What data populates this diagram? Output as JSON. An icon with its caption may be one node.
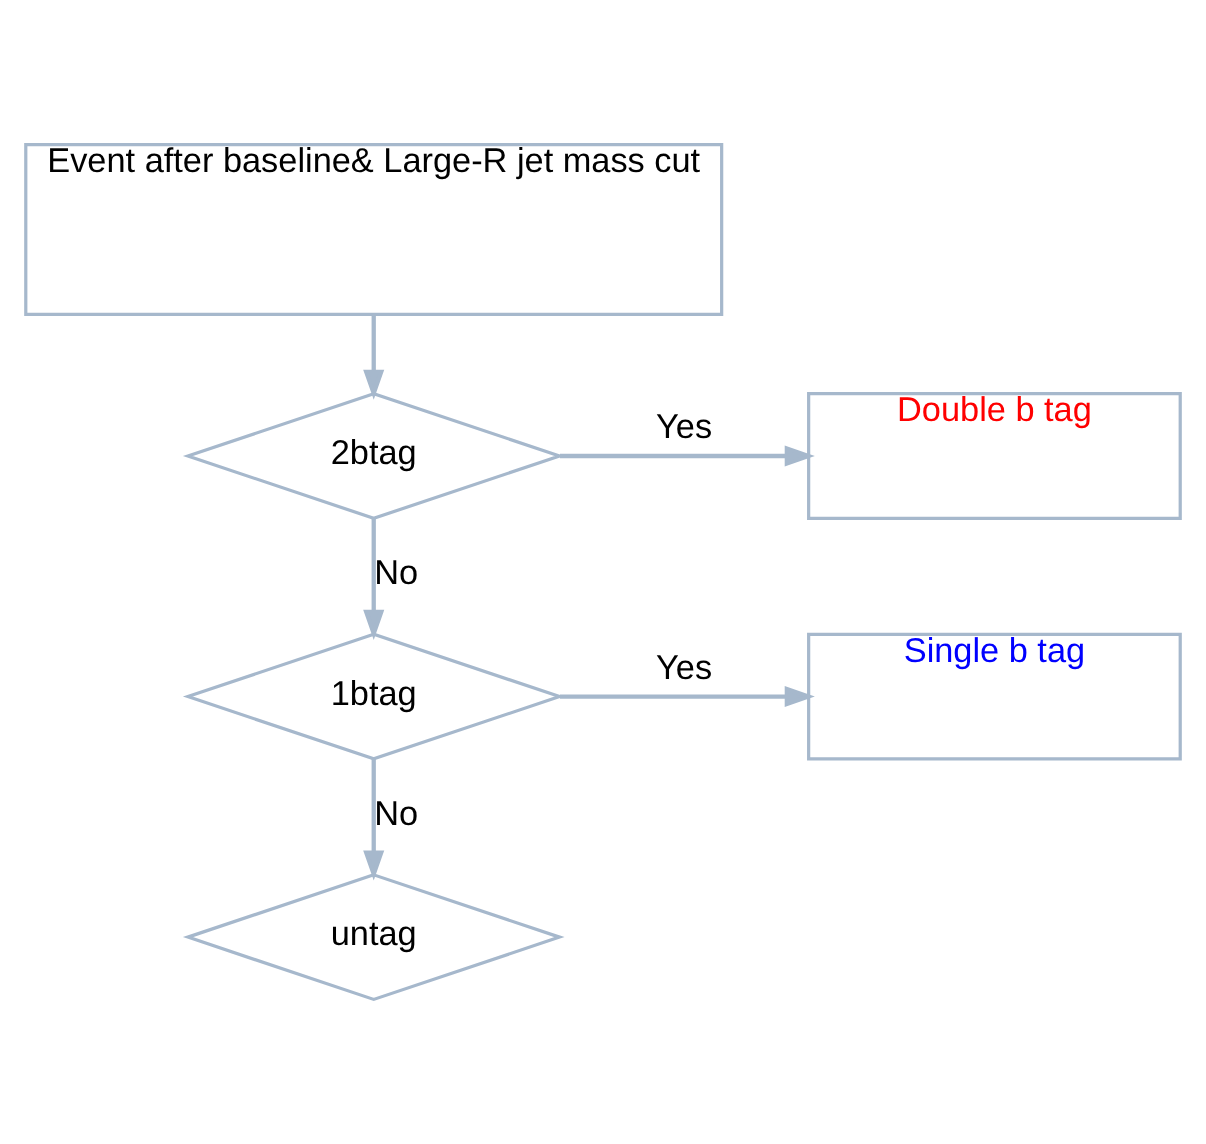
{
  "diagram": {
    "nodes": [
      {
        "text": [
          "Event after baseline& Large-R jet mass cut"
        ]
      },
      {
        "text": [
          "2btag"
        ]
      },
      {
        "text": [
          "Double b tag"
        ]
      },
      {
        "text": [
          "1btag"
        ]
      },
      {
        "text": [
          "Single b tag"
        ]
      },
      {
        "text": [
          "untag"
        ]
      }
    ],
    "edges": [
      {
        "from": 0,
        "to": 1,
        "arrow": "to"
      },
      {
        "from": 1,
        "to": 2,
        "arrow": "to",
        "label": "Yes"
      },
      {
        "from": 1,
        "to": 3,
        "arrow": "to",
        "label": "No"
      },
      {
        "from": 3,
        "to": 4,
        "arrow": "to",
        "label": "Yes"
      },
      {
        "from": 3,
        "to": 5,
        "arrow": "to",
        "label": "No"
      }
    ]
  }
}
